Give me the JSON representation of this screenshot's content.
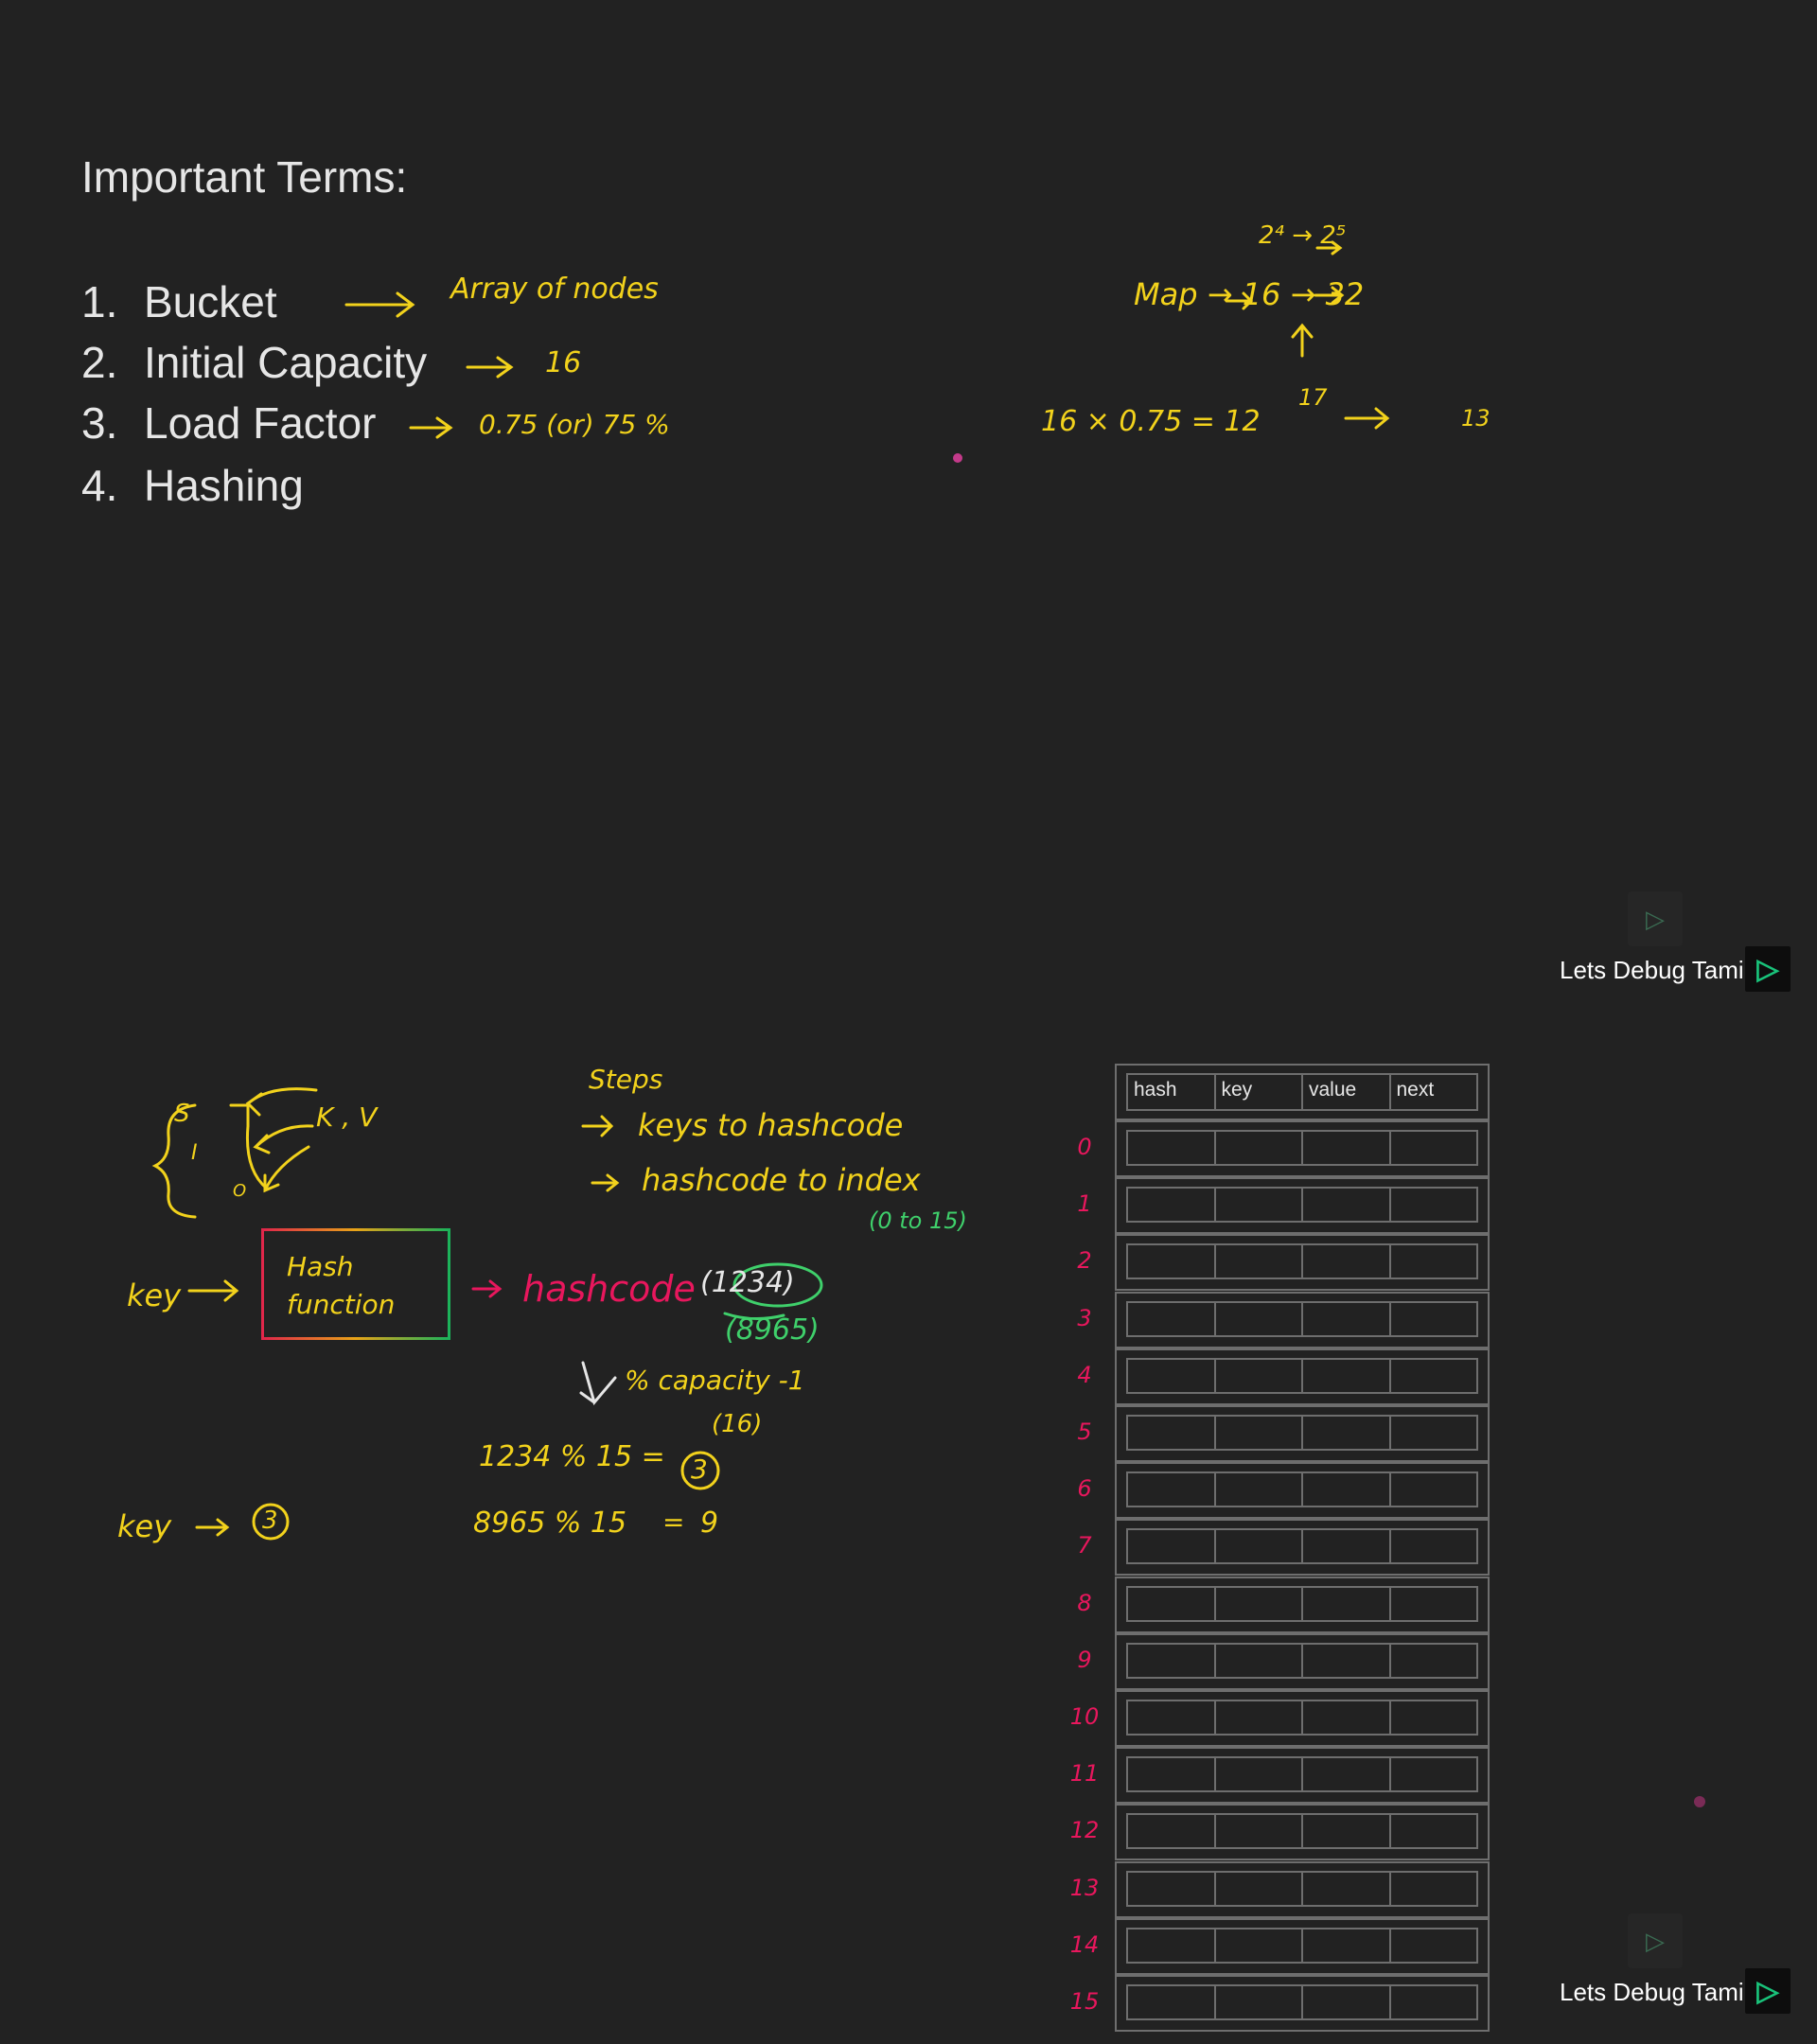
{
  "terms": {
    "title": "Important Terms:",
    "items": [
      {
        "num": "1.",
        "label": "Bucket"
      },
      {
        "num": "2.",
        "label": "Initial Capacity"
      },
      {
        "num": "3.",
        "label": "Load Factor"
      },
      {
        "num": "4.",
        "label": "Hashing"
      }
    ]
  },
  "annotations": {
    "bucket": "Array of nodes",
    "capacity": "16",
    "load_factor": "0.75 (or) 75 %",
    "map_pow_top": "2⁴ → 2⁵",
    "map_line": "Map → 16 → 32",
    "threshold": "16 × 0.75 = 12",
    "seventeen": "17",
    "thirteen": "13"
  },
  "diagram": {
    "svi": [
      "S",
      "I",
      "O"
    ],
    "kv": "K , V",
    "steps_title": "Steps",
    "step1": "keys to hashcode",
    "step2": "hashcode to index",
    "range": "(0 to 15)",
    "key_label": "key",
    "hash_function": "Hash function",
    "hashcode": "hashcode",
    "hash_values": [
      "(1234)",
      "(8965)"
    ],
    "mod_label": "% capacity -1",
    "mod_cap": "(16)",
    "calc1_lhs": "1234 % 15 =",
    "calc1_result": "3",
    "calc2_lhs": "8965 % 15",
    "calc2_eq": "=",
    "calc2_result": "9",
    "key_result_label": "key",
    "key_result": "3"
  },
  "table": {
    "headers": [
      "hash",
      "key",
      "value",
      "next"
    ],
    "indices": [
      "0",
      "1",
      "2",
      "3",
      "4",
      "5",
      "6",
      "7",
      "8",
      "9",
      "10",
      "11",
      "12",
      "13",
      "14",
      "15"
    ]
  },
  "watermark": {
    "text": "Lets Debug Tamil",
    "logo": "▷"
  },
  "colors": {
    "background": "#222222",
    "handwriting_yellow": "#f2d21c",
    "index_pink": "#e8175d",
    "accent_green": "#3fd06b"
  }
}
